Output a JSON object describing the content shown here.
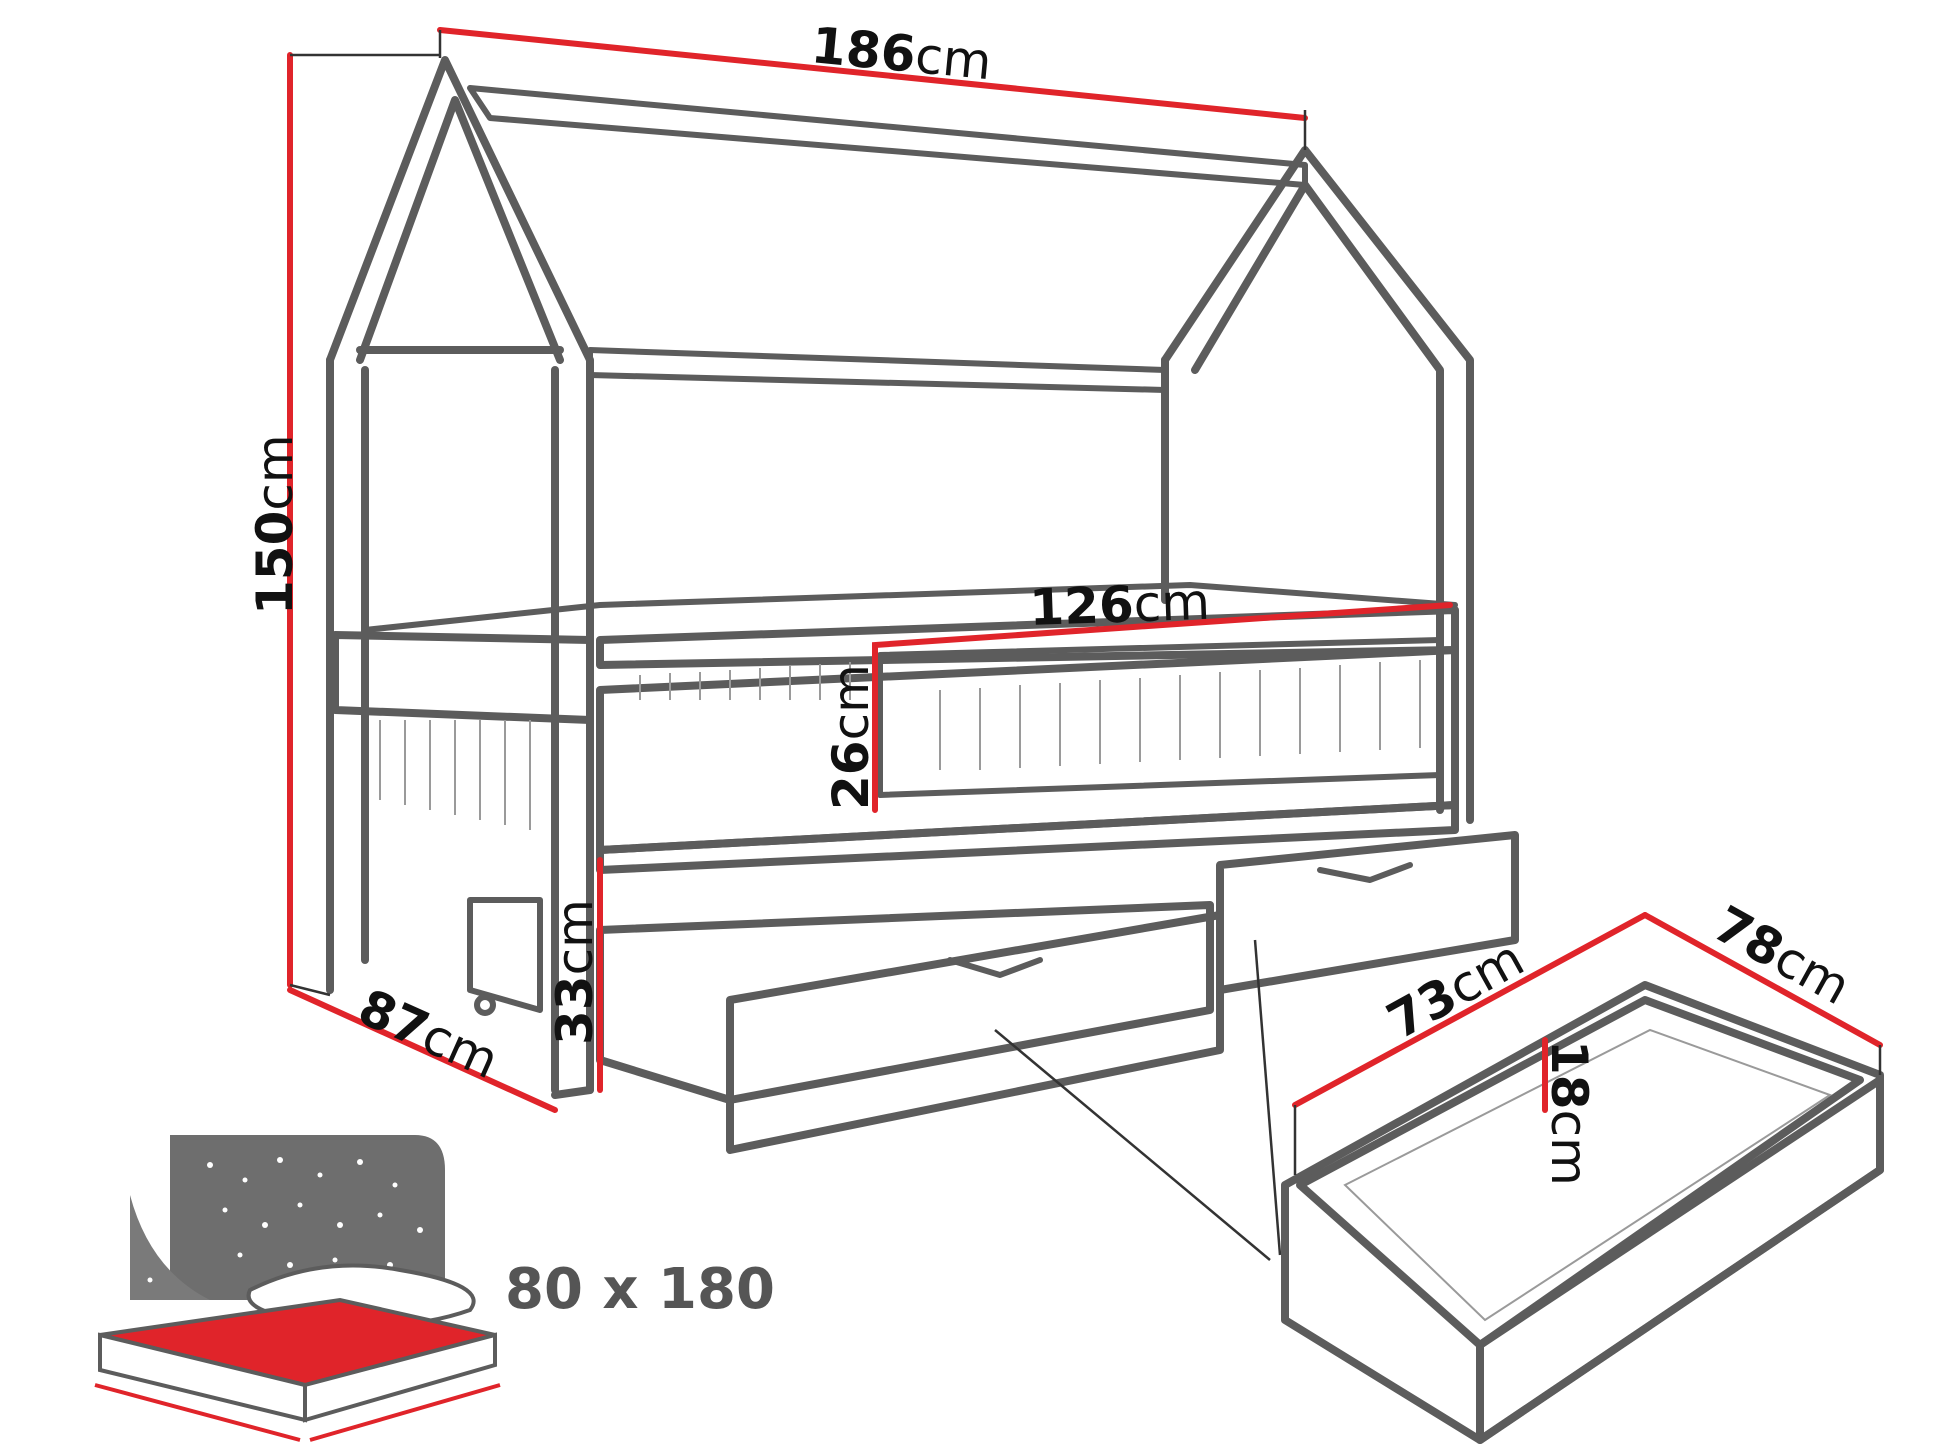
{
  "colors": {
    "dimension_line": "#e0242a",
    "outline": "#5c5c5c",
    "mattress": "#e0242a",
    "headboard": "#6e6e6e"
  },
  "dimensions": [
    {
      "id": "length",
      "value": "186",
      "unit": "cm"
    },
    {
      "id": "height",
      "value": "150",
      "unit": "cm"
    },
    {
      "id": "rail-length",
      "value": "126",
      "unit": "cm"
    },
    {
      "id": "rail-height",
      "value": "26",
      "unit": "cm"
    },
    {
      "id": "bed-height",
      "value": "33",
      "unit": "cm"
    },
    {
      "id": "width",
      "value": "87",
      "unit": "cm"
    },
    {
      "id": "drawer-width",
      "value": "73",
      "unit": "cm"
    },
    {
      "id": "drawer-length",
      "value": "78",
      "unit": "cm"
    },
    {
      "id": "drawer-depth",
      "value": "18",
      "unit": "cm"
    }
  ],
  "mattress_size": "80 x 180",
  "icons": [
    "house-bed-drawing",
    "drawer-drawing",
    "mattress-icon",
    "starry-headboard-icon"
  ]
}
